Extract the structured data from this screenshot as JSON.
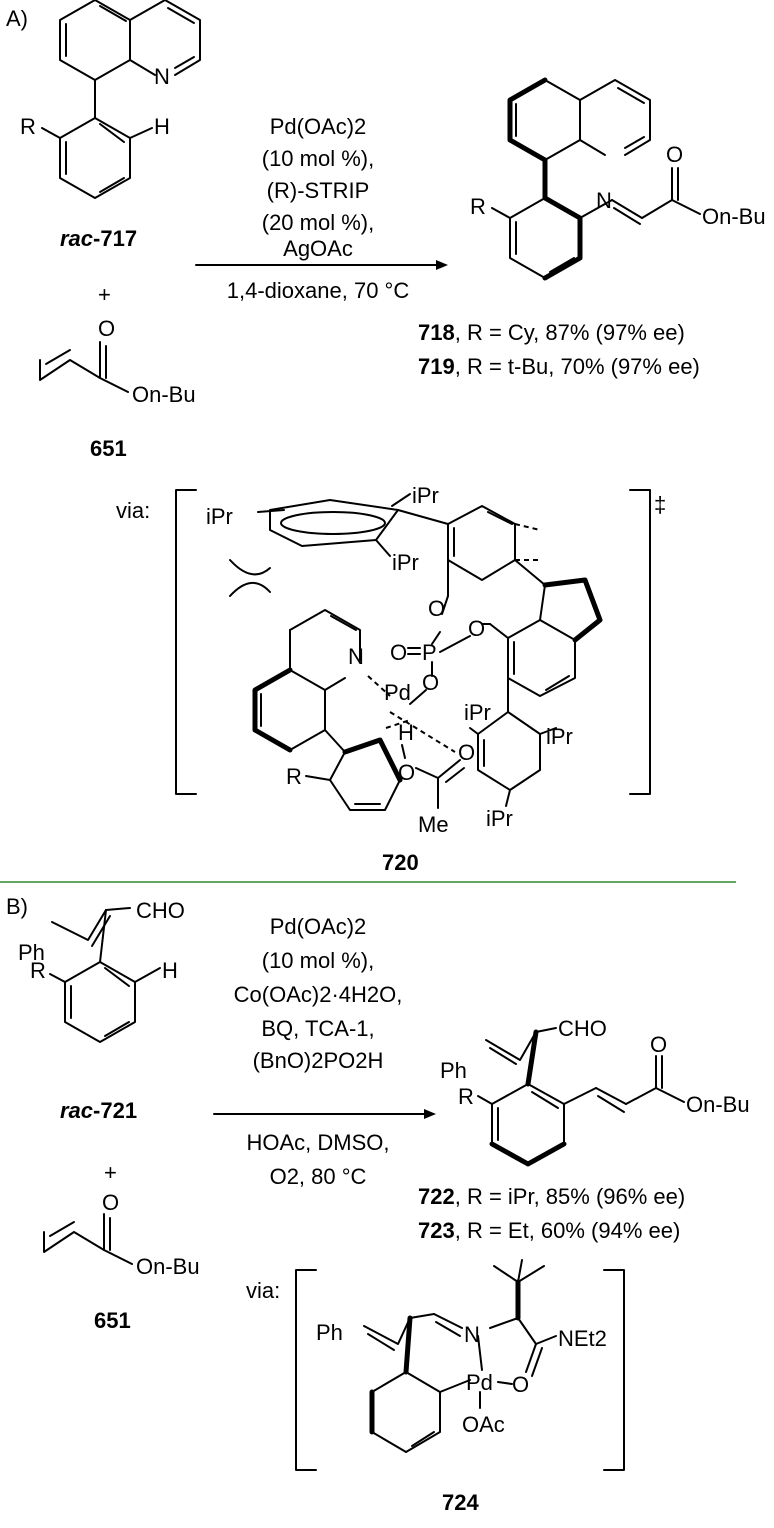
{
  "panel_a": {
    "label": "A)",
    "substrate": {
      "R": "R",
      "H": "H",
      "N": "N",
      "name_bold": "rac",
      "name_rest": "-717"
    },
    "plus": "+",
    "acrylate": {
      "O": "O",
      "ester": "On-Bu",
      "id": "651"
    },
    "conditions_above": [
      "Pd(OAc)2",
      "(10 mol %),",
      "(R)-STRIP",
      "(20 mol %),",
      "AgOAc"
    ],
    "conditions_below": [
      "1,4-dioxane, 70 °C"
    ],
    "product": {
      "R": "R",
      "N": "N",
      "O": "O",
      "ester": "On-Bu"
    },
    "results": [
      {
        "id": "718",
        "text": ", R = Cy, 87% (97% ee)"
      },
      {
        "id": "719",
        "text": ", R = t-Bu, 70% (97% ee)"
      }
    ],
    "ts": {
      "via": "via:",
      "dagger": "‡",
      "iPr": "iPr",
      "O": "O",
      "P": "P",
      "Pd": "Pd",
      "N": "N",
      "H": "H",
      "R": "R",
      "Me": "Me",
      "id": "720"
    }
  },
  "panel_b": {
    "label": "B)",
    "substrate": {
      "Ph": "Ph",
      "CHO": "CHO",
      "R": "R",
      "H": "H",
      "name_bold": "rac",
      "name_rest": "-721"
    },
    "plus": "+",
    "acrylate": {
      "O": "O",
      "ester": "On-Bu",
      "id": "651"
    },
    "conditions_above": [
      "Pd(OAc)2",
      "(10 mol %),",
      "Co(OAc)2·4H2O,",
      "BQ, TCA-1,",
      "(BnO)2PO2H"
    ],
    "conditions_below": [
      "HOAc, DMSO,",
      "O2, 80 °C"
    ],
    "product": {
      "Ph": "Ph",
      "CHO": "CHO",
      "R": "R",
      "O": "O",
      "ester": "On-Bu"
    },
    "results": [
      {
        "id": "722",
        "text": ", R = iPr, 85% (96% ee)"
      },
      {
        "id": "723",
        "text": ", R = Et, 60% (94% ee)"
      }
    ],
    "ts": {
      "via": "via:",
      "Ph": "Ph",
      "N": "N",
      "NEt2": "NEt2",
      "Pd": "Pd",
      "O": "O",
      "OAc": "OAc",
      "id": "724"
    }
  },
  "colors": {
    "divider": "#2e8b2e",
    "ink": "#000000"
  }
}
